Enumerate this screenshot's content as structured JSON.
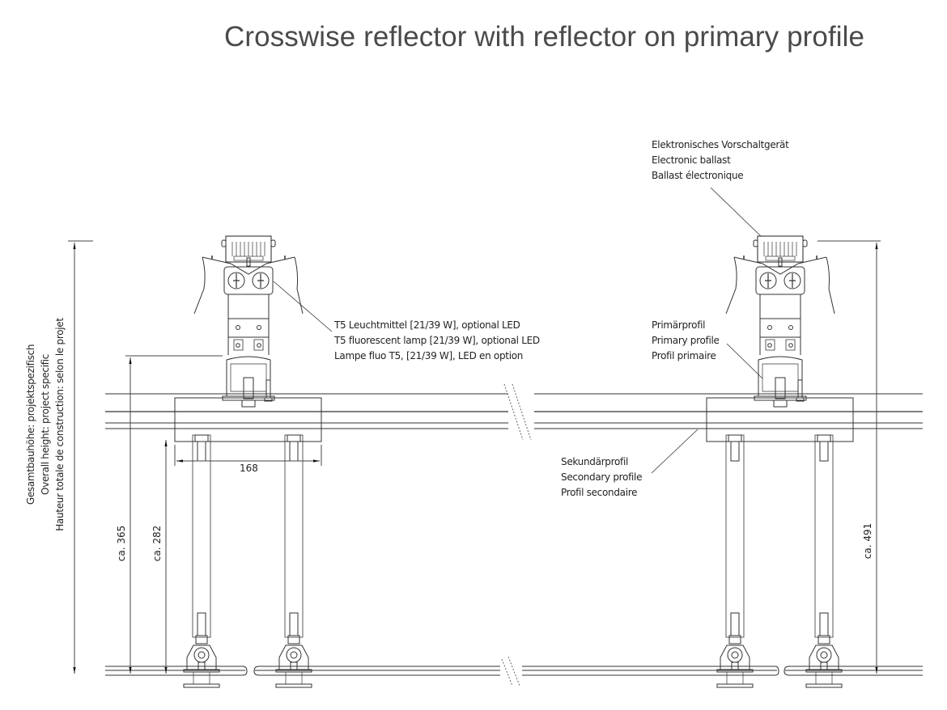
{
  "title": "Crosswise reflector with reflector on primary profile",
  "labels": {
    "ballast": [
      "Elektronisches Vorschaltgerät",
      "Electronic ballast",
      "Ballast électronique"
    ],
    "lamp": [
      "T5 Leuchtmittel [21/39 W], optional LED",
      "T5 fluorescent lamp [21/39 W], optional LED",
      "Lampe fluo T5, [21/39 W], LED en option"
    ],
    "primary_profile": [
      "Primärprofil",
      "Primary profile",
      "Profil primaire"
    ],
    "secondary_profile": [
      "Sekundärprofil",
      "Secondary profile",
      "Profil secondaire"
    ],
    "overall_height": [
      "Gesamtbauhöhe: projektspezifisch",
      "Overall height: project specific",
      "Hauteur totale de construction: selon le projet"
    ]
  },
  "dimensions": {
    "width_168": "168",
    "height_365": "ca. 365",
    "height_282": "ca. 282",
    "height_491": "ca. 491"
  }
}
